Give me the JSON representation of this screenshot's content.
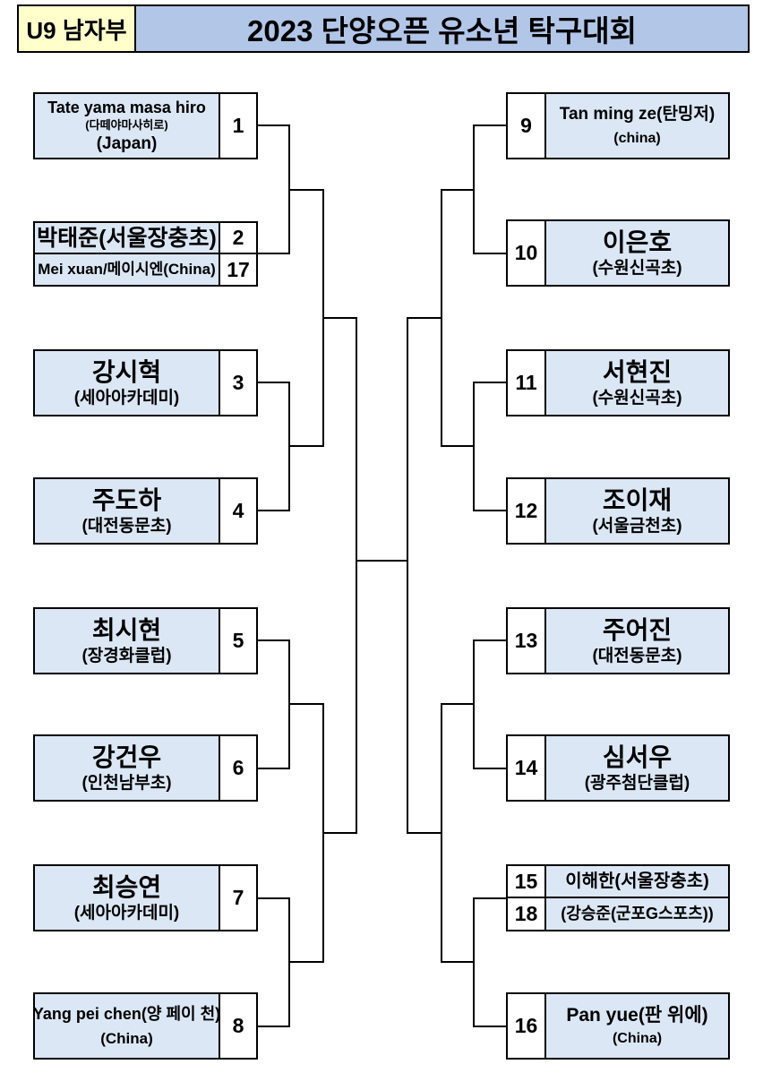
{
  "header": {
    "division": "U9 남자부",
    "title": "2023 단양오픈 유소년 탁구대회"
  },
  "colors": {
    "division_bg": "#ffffcc",
    "title_bg": "#b2c6e8",
    "player_box_bg": "#dbe7f5",
    "seed_box_bg": "#ffffff",
    "line_color": "#000000"
  },
  "left": [
    {
      "seed": "1",
      "line1": "Tate yama masa hiro",
      "line2": "(다떼야마사히로)",
      "line3": "(Japan)"
    },
    {
      "seed": "2",
      "line1": "박태준(서울장충초)"
    },
    {
      "seed": "17",
      "line1": "Mei xuan/메이시엔(China)"
    },
    {
      "seed": "3",
      "line1": "강시혁",
      "line2": "(세아아카데미)"
    },
    {
      "seed": "4",
      "line1": "주도하",
      "line2": "(대전동문초)"
    },
    {
      "seed": "5",
      "line1": "최시현",
      "line2": "(장경화클럽)"
    },
    {
      "seed": "6",
      "line1": "강건우",
      "line2": "(인천남부초)"
    },
    {
      "seed": "7",
      "line1": "최승연",
      "line2": "(세아아카데미)"
    },
    {
      "seed": "8",
      "line1": "Yang pei chen(양 페이 천)",
      "line2": "(China)"
    }
  ],
  "right": [
    {
      "seed": "9",
      "line1": "Tan ming ze(탄밍저)",
      "line2": "(china)"
    },
    {
      "seed": "10",
      "line1": "이은호",
      "line2": "(수원신곡초)"
    },
    {
      "seed": "11",
      "line1": "서현진",
      "line2": "(수원신곡초)"
    },
    {
      "seed": "12",
      "line1": "조이재",
      "line2": "(서울금천초)"
    },
    {
      "seed": "13",
      "line1": "주어진",
      "line2": "(대전동문초)"
    },
    {
      "seed": "14",
      "line1": "심서우",
      "line2": "(광주첨단클럽)"
    },
    {
      "seed": "15",
      "line1": "이해한(서울장충초)"
    },
    {
      "seed": "18",
      "line1": "(강승준(군포G스포츠))"
    },
    {
      "seed": "16",
      "line1": "Pan yue(판 위에)",
      "line2": "(China)"
    }
  ]
}
